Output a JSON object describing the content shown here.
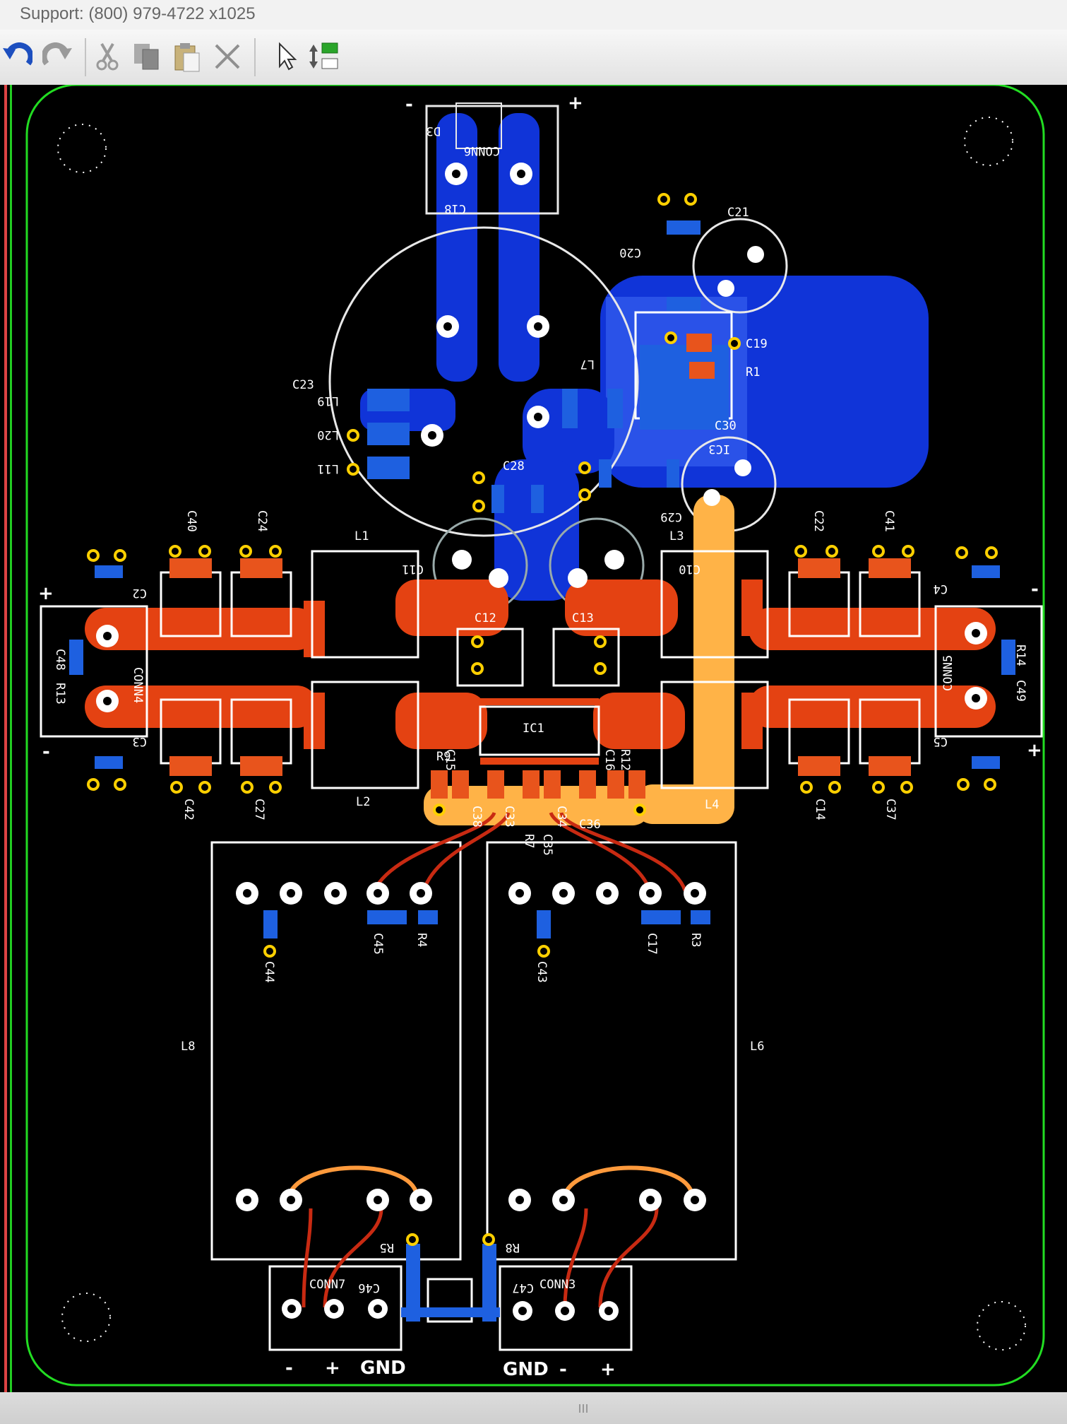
{
  "header": {
    "support_text": "Support: (800) 979-4722 x1025"
  },
  "toolbar": {
    "tools": [
      {
        "name": "undo"
      },
      {
        "name": "redo"
      },
      {
        "name": "cut"
      },
      {
        "name": "copy"
      },
      {
        "name": "paste"
      },
      {
        "name": "delete"
      },
      {
        "name": "select-pointer"
      },
      {
        "name": "flip-layers"
      }
    ]
  },
  "colors": {
    "board_bg": "#000000",
    "outline": "#22dd22",
    "top_copper": "#e44212",
    "bottom_copper": "#1034d8",
    "silkscreen": "#ffffff",
    "pad": "#ffffff",
    "via_ring": "#ffd000",
    "highlight_trace": "#ffb347"
  },
  "pcb": {
    "components": [
      {
        "ref": "CONN6"
      },
      {
        "ref": "D3"
      },
      {
        "ref": "C18"
      },
      {
        "ref": "C21"
      },
      {
        "ref": "C20"
      },
      {
        "ref": "C19"
      },
      {
        "ref": "R1"
      },
      {
        "ref": "C23"
      },
      {
        "ref": "L19"
      },
      {
        "ref": "L20"
      },
      {
        "ref": "L11"
      },
      {
        "ref": "L7"
      },
      {
        "ref": "C28"
      },
      {
        "ref": "C29"
      },
      {
        "ref": "C30"
      },
      {
        "ref": "IC3"
      },
      {
        "ref": "L1"
      },
      {
        "ref": "L3"
      },
      {
        "ref": "C40"
      },
      {
        "ref": "C24"
      },
      {
        "ref": "C22"
      },
      {
        "ref": "C41"
      },
      {
        "ref": "C2"
      },
      {
        "ref": "C4"
      },
      {
        "ref": "C11"
      },
      {
        "ref": "C10"
      },
      {
        "ref": "C12"
      },
      {
        "ref": "C13"
      },
      {
        "ref": "CONN4"
      },
      {
        "ref": "CONN5"
      },
      {
        "ref": "C48"
      },
      {
        "ref": "R13"
      },
      {
        "ref": "R14"
      },
      {
        "ref": "C49"
      },
      {
        "ref": "C3"
      },
      {
        "ref": "C5"
      },
      {
        "ref": "IC1"
      },
      {
        "ref": "R9"
      },
      {
        "ref": "C15"
      },
      {
        "ref": "C16"
      },
      {
        "ref": "R12"
      },
      {
        "ref": "L2"
      },
      {
        "ref": "L4"
      },
      {
        "ref": "C42"
      },
      {
        "ref": "C27"
      },
      {
        "ref": "C14"
      },
      {
        "ref": "C37"
      },
      {
        "ref": "C38"
      },
      {
        "ref": "C33"
      },
      {
        "ref": "C34"
      },
      {
        "ref": "C36"
      },
      {
        "ref": "R7"
      },
      {
        "ref": "C35"
      },
      {
        "ref": "C44"
      },
      {
        "ref": "C45"
      },
      {
        "ref": "R4"
      },
      {
        "ref": "C43"
      },
      {
        "ref": "C17"
      },
      {
        "ref": "R3"
      },
      {
        "ref": "L8"
      },
      {
        "ref": "L6"
      },
      {
        "ref": "R5"
      },
      {
        "ref": "R8"
      },
      {
        "ref": "CONN7"
      },
      {
        "ref": "C46"
      },
      {
        "ref": "C47"
      },
      {
        "ref": "CONN3"
      }
    ],
    "polarity": {
      "top_minus": "-",
      "top_plus": "+",
      "left_plus": "+",
      "left_minus": "-",
      "right_minus": "-",
      "right_plus": "+"
    },
    "bottom_left_terminals": [
      "-",
      "+",
      "GND"
    ],
    "bottom_right_terminals": [
      "GND",
      "-",
      "+"
    ]
  }
}
